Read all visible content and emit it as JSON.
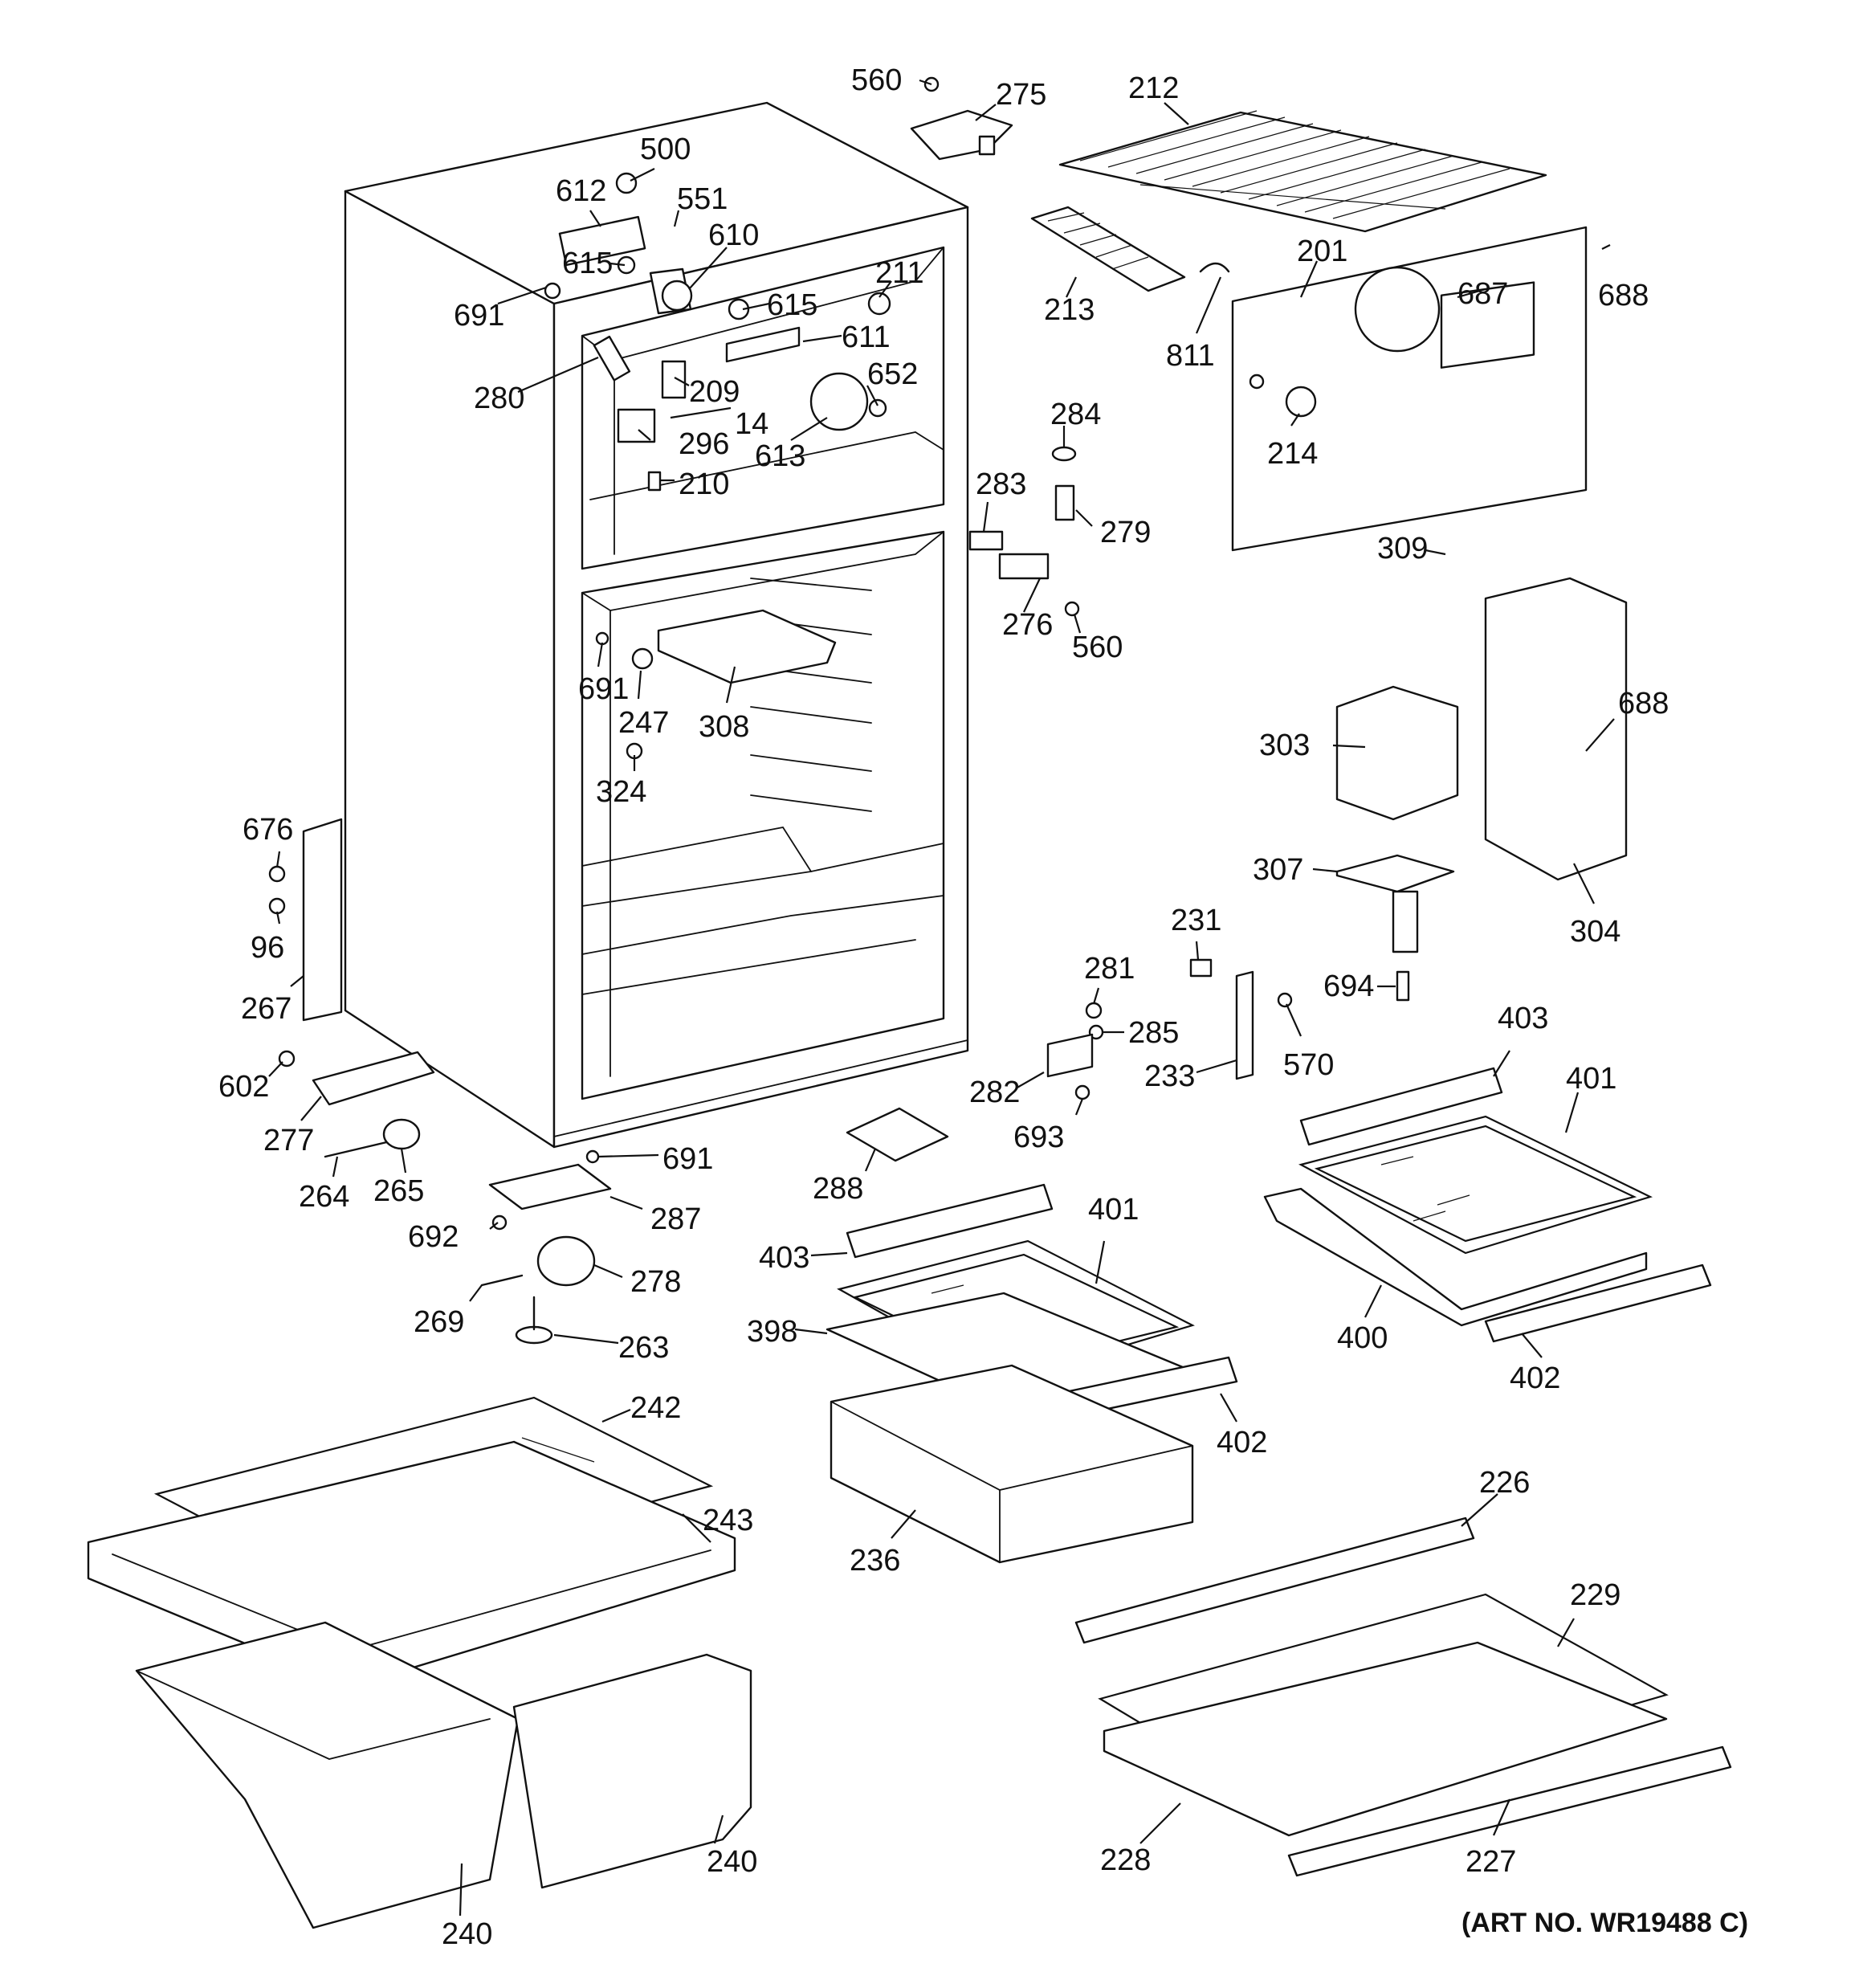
{
  "art_number": "(ART NO. WR19488 C)",
  "callouts": {
    "c560a": "560",
    "c275": "275",
    "c212": "212",
    "c500": "500",
    "c612": "612",
    "c551": "551",
    "c610": "610",
    "c615a": "615",
    "c691a": "691",
    "c211": "211",
    "c615b": "615",
    "c611": "611",
    "c280": "280",
    "c209": "209",
    "c652": "652",
    "c14": "14",
    "c296": "296",
    "c613": "613",
    "c210": "210",
    "c213": "213",
    "c201": "201",
    "c687": "687",
    "c688a": "688",
    "c811": "811",
    "c214": "214",
    "c284": "284",
    "c283": "283",
    "c279": "279",
    "c276": "276",
    "c560b": "560",
    "c309": "309",
    "c691b": "691",
    "c247": "247",
    "c308": "308",
    "c324": "324",
    "c688b": "688",
    "c303": "303",
    "c307": "307",
    "c304": "304",
    "c694": "694",
    "c676": "676",
    "c96": "96",
    "c267": "267",
    "c231": "231",
    "c281": "281",
    "c285": "285",
    "c233": "233",
    "c570": "570",
    "c282": "282",
    "c693": "693",
    "c403a": "403",
    "c401a": "401",
    "c602": "602",
    "c277": "277",
    "c264": "264",
    "c265": "265",
    "c691c": "691",
    "c287": "287",
    "c288": "288",
    "c692": "692",
    "c278": "278",
    "c269": "269",
    "c263": "263",
    "c403b": "403",
    "c401b": "401",
    "c398": "398",
    "c402a": "402",
    "c400": "400",
    "c402b": "402",
    "c242": "242",
    "c243": "243",
    "c236": "236",
    "c226": "226",
    "c229": "229",
    "c228": "228",
    "c227": "227",
    "c240a": "240",
    "c240b": "240"
  }
}
